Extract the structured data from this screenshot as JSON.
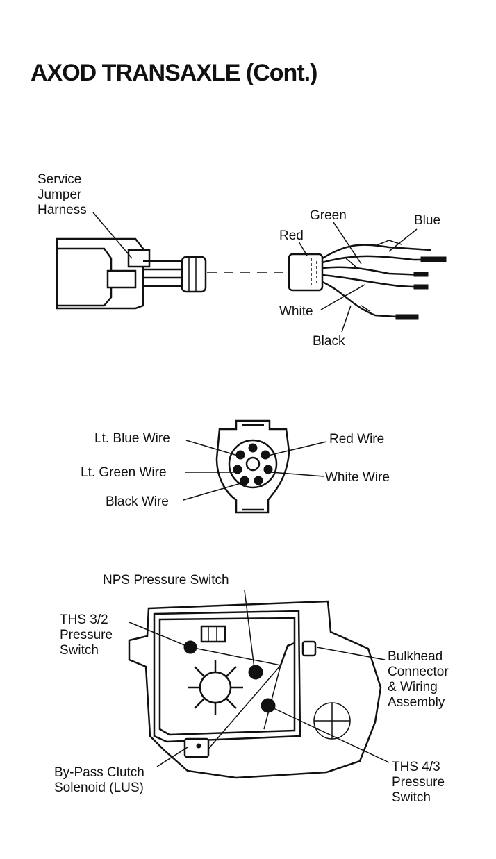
{
  "title": "AXOD TRANSAXLE (Cont.)",
  "jumper": {
    "harness_label": [
      "Service",
      "Jumper",
      "Harness"
    ],
    "wires": {
      "green": "Green",
      "blue": "Blue",
      "red": "Red",
      "white": "White",
      "black": "Black"
    }
  },
  "connector": {
    "lt_blue": "Lt. Blue Wire",
    "lt_green": "Lt. Green Wire",
    "black": "Black Wire",
    "red": "Red Wire",
    "white": "White Wire"
  },
  "valve_body": {
    "nps": "NPS Pressure Switch",
    "ths32": [
      "THS 3/2",
      "Pressure",
      "Switch"
    ],
    "bulkhead": [
      "Bulkhead",
      "Connector",
      "& Wiring",
      "Assembly"
    ],
    "bypass": [
      "By-Pass Clutch",
      "Solenoid (LUS)"
    ],
    "ths43": [
      "THS 4/3",
      "Pressure",
      "Switch"
    ]
  }
}
